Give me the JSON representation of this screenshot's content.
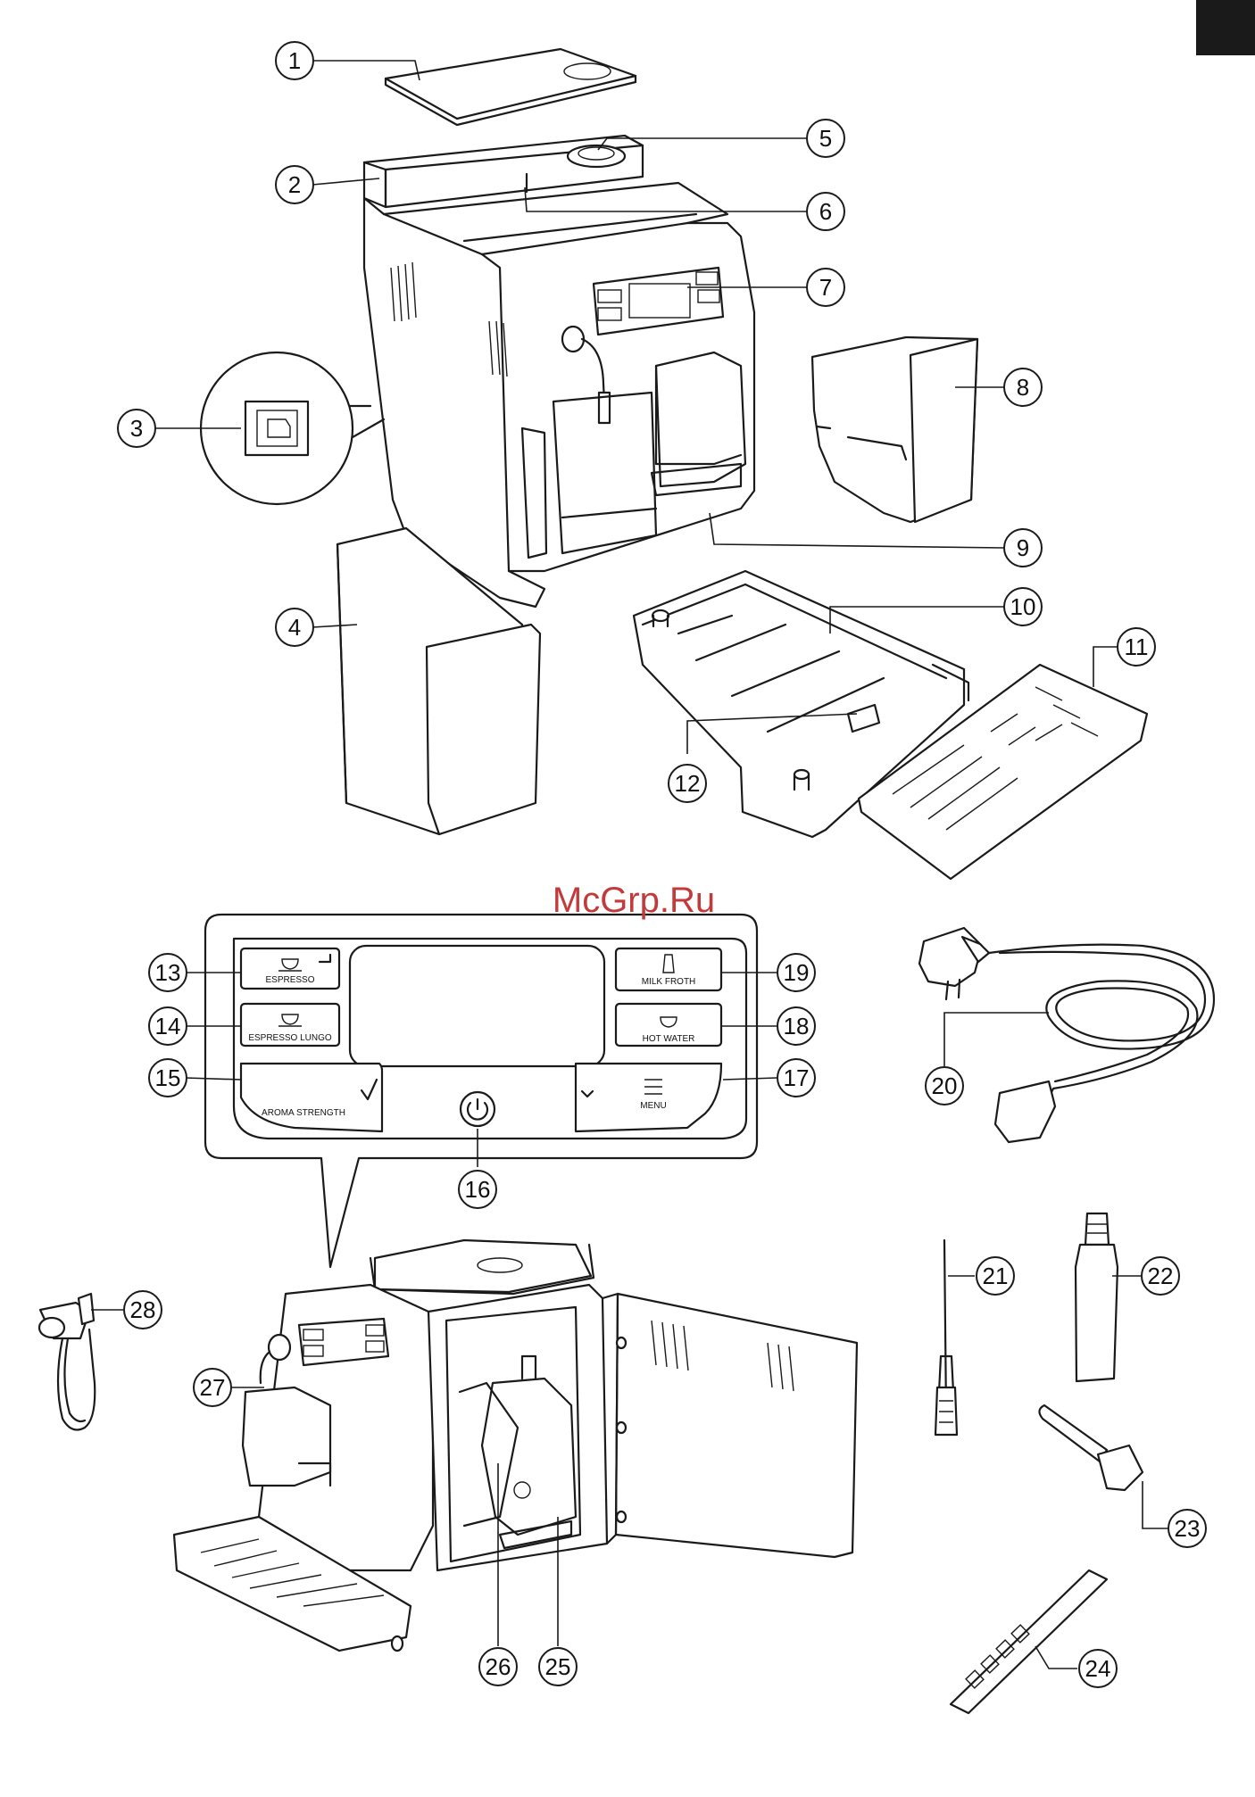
{
  "watermark": "McGrp.Ru",
  "callouts": [
    "1",
    "2",
    "3",
    "4",
    "5",
    "6",
    "7",
    "8",
    "9",
    "10",
    "11",
    "12",
    "13",
    "14",
    "15",
    "16",
    "17",
    "18",
    "19",
    "20",
    "21",
    "22",
    "23",
    "24",
    "25",
    "26",
    "27",
    "28"
  ],
  "control_panel": {
    "espresso": "ESPRESSO",
    "espresso_lungo": "ESPRESSO LUNGO",
    "aroma_strength": "AROMA STRENGTH",
    "milk_froth": "MILK FROTH",
    "hot_water": "HOT WATER",
    "menu": "MENU"
  },
  "colors": {
    "line": "#1a1a1a",
    "tab": "#1a1a1a",
    "watermark": "#c23a3a"
  }
}
